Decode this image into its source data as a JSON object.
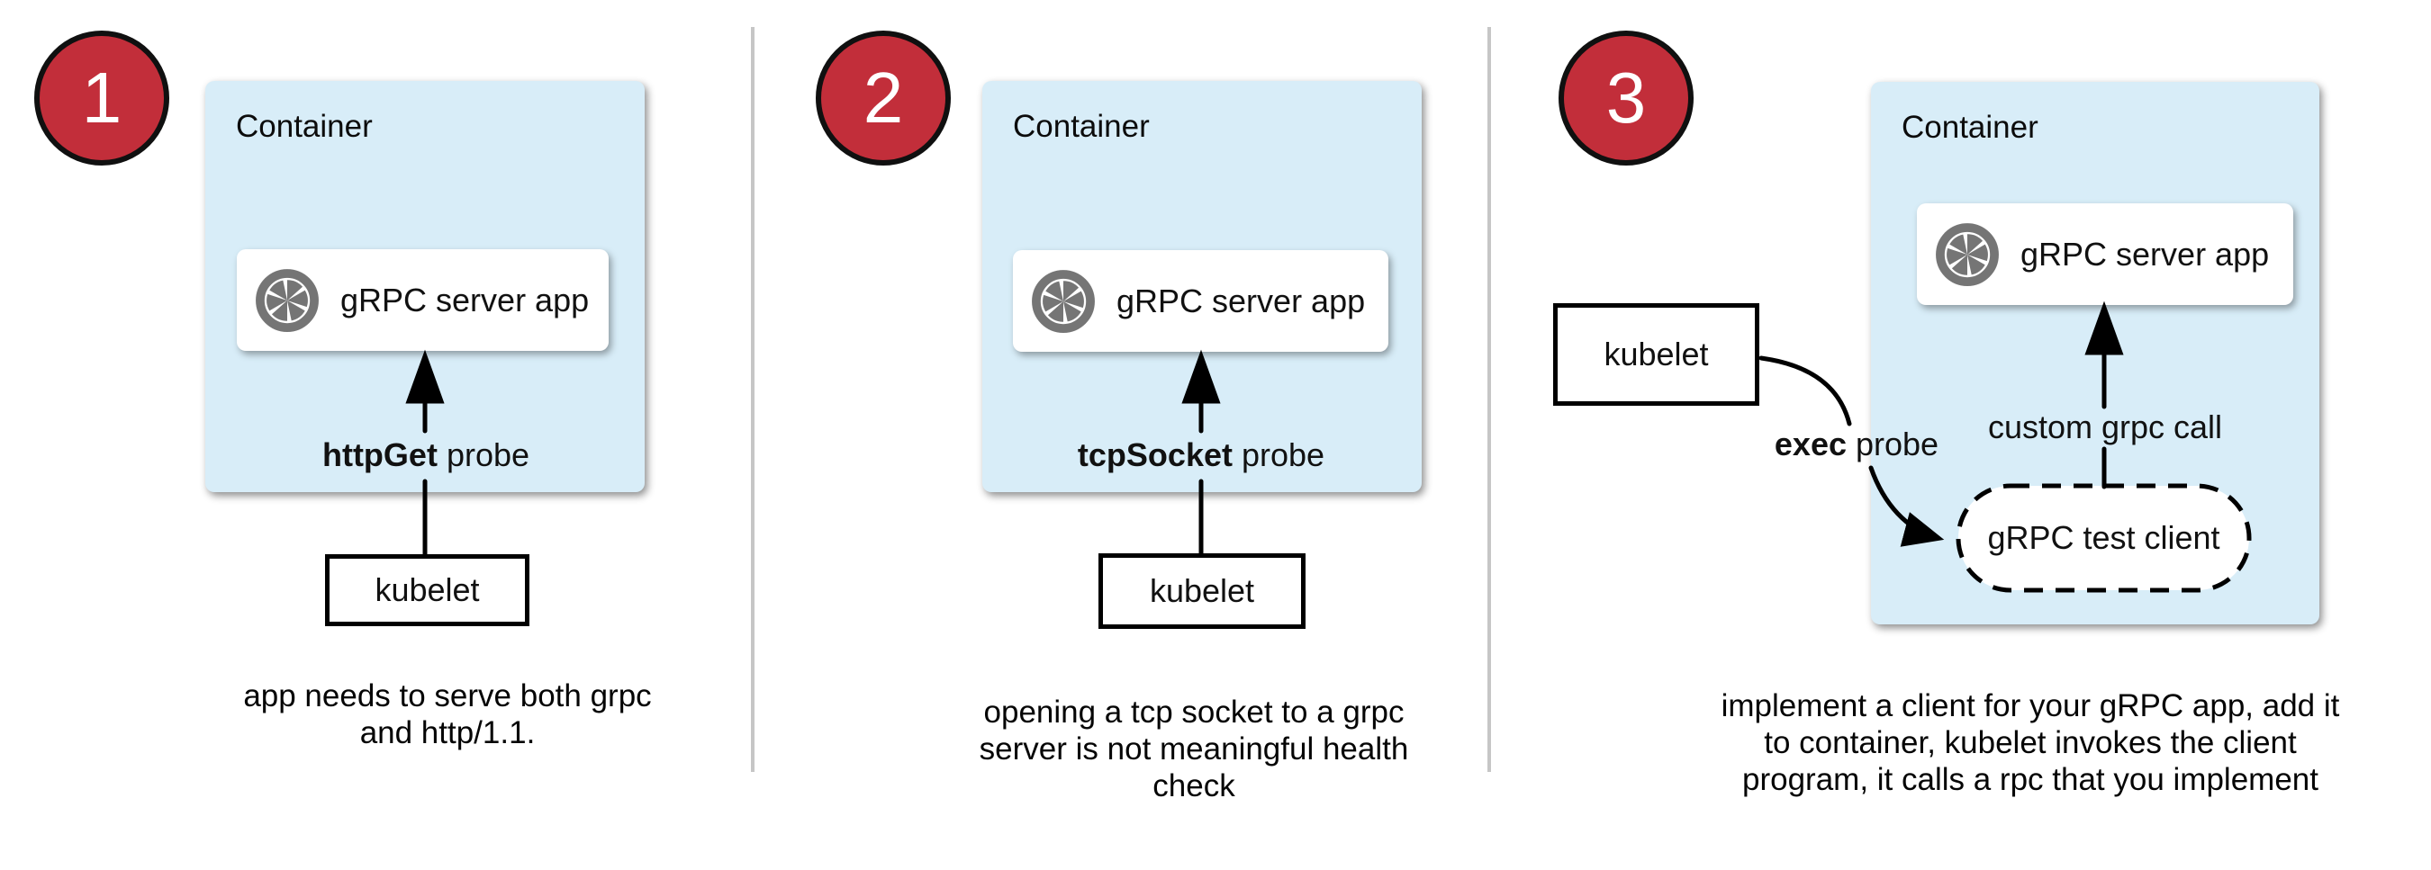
{
  "colors": {
    "badge_red": "#C22E3A",
    "container_blue": "#D8EDF8",
    "icon_gray": "#757575",
    "divider_gray": "#C6C6C6",
    "arrow_black": "#000000"
  },
  "panels": [
    {
      "badge": "1",
      "container_label": "Container",
      "server_app_label": "gRPC server app",
      "server_app_icon": "camera-aperture-icon",
      "probe_bold": "httpGet",
      "probe_rest": " probe",
      "kubelet_label": "kubelet",
      "caption_lines": [
        "app needs to serve both grpc",
        "and http/1.1."
      ]
    },
    {
      "badge": "2",
      "container_label": "Container",
      "server_app_label": "gRPC server app",
      "server_app_icon": "camera-aperture-icon",
      "probe_bold": "tcpSocket",
      "probe_rest": " probe",
      "kubelet_label": "kubelet",
      "caption_lines": [
        "opening a tcp socket to a grpc",
        "server is not meaningful health",
        "check"
      ]
    },
    {
      "badge": "3",
      "container_label": "Container",
      "server_app_label": "gRPC server app",
      "server_app_icon": "camera-aperture-icon",
      "probe_bold": "exec",
      "probe_rest": " probe",
      "kubelet_label": "kubelet",
      "grpc_call_label": "custom grpc call",
      "test_client_label": "gRPC test client",
      "caption_lines": [
        "implement a client for your gRPC app, add it",
        "to container, kubelet invokes the client",
        "program, it calls a rpc that you implement"
      ]
    }
  ]
}
